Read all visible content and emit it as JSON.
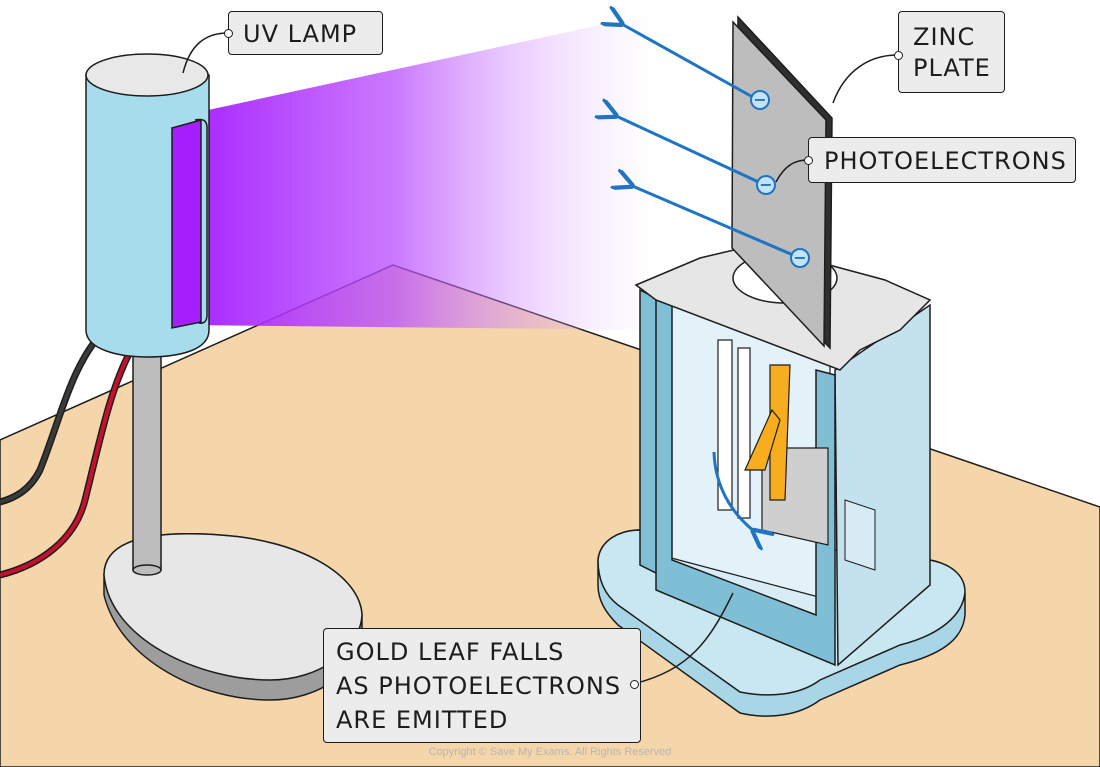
{
  "labels": {
    "uv_lamp": "UV LAMP",
    "zinc_plate_line1": "ZINC",
    "zinc_plate_line2": "PLATE",
    "photoelectrons": "PHOTOELECTRONS",
    "gold_leaf_line1": "GOLD LEAF FALLS",
    "gold_leaf_line2": "AS PHOTOELECTRONS",
    "gold_leaf_line3": "ARE EMITTED"
  },
  "electron_symbol": "−",
  "copyright": "Copyright © Save My Exams. All Rights Reserved",
  "colors": {
    "table": "#f5d6ab",
    "lamp_body": "#a6dcec",
    "uv_light": "#a620ff",
    "zinc_plate": "#bdbdbd",
    "electron_arrow": "#1f74c4",
    "gold_leaf": "#f7ad1e",
    "electroscope_glass": "#bfe1ec",
    "label_background": "#ececec"
  }
}
